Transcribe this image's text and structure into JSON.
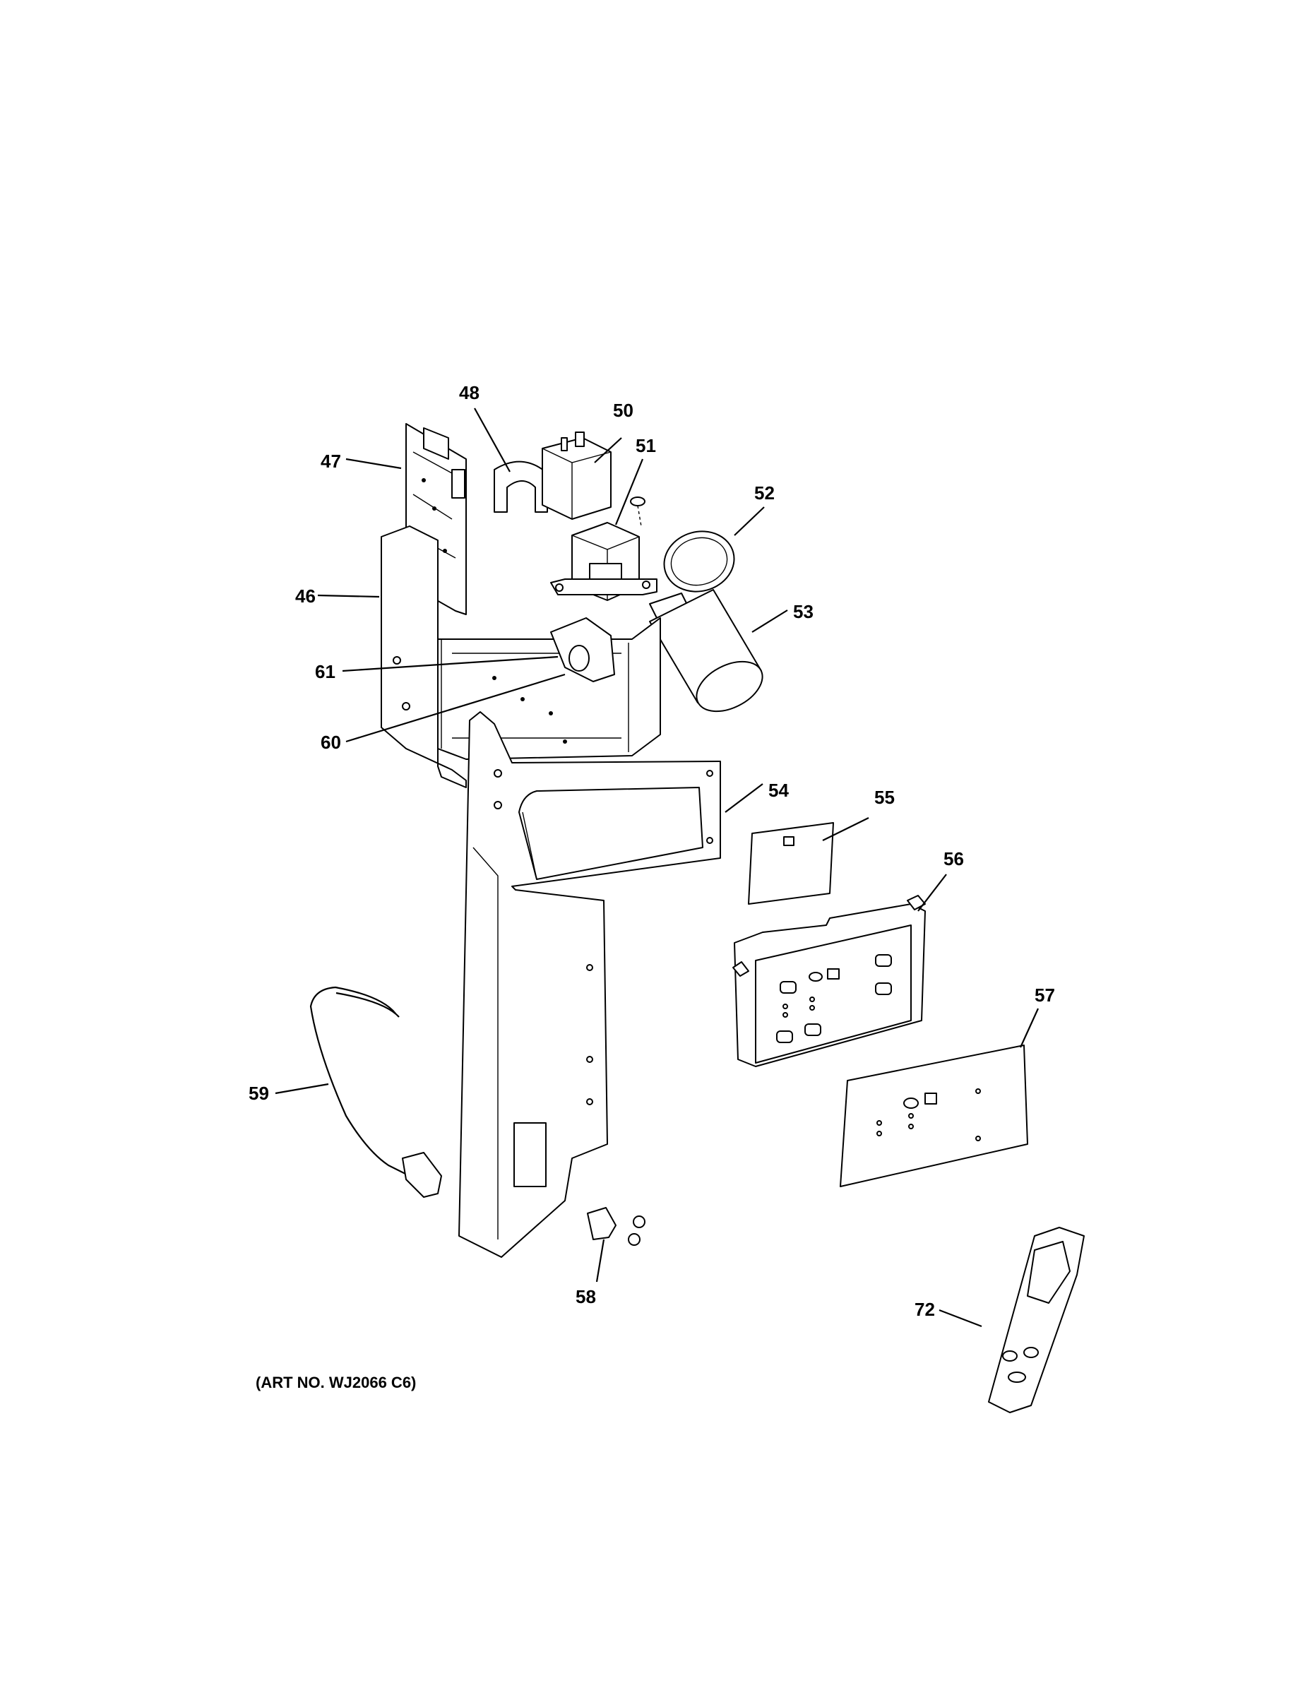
{
  "labels": {
    "p46": "46",
    "p47": "47",
    "p48": "48",
    "p50": "50",
    "p51": "51",
    "p52": "52",
    "p53": "53",
    "p54": "54",
    "p55": "55",
    "p56": "56",
    "p57": "57",
    "p58": "58",
    "p59": "59",
    "p60": "60",
    "p61": "61",
    "p72": "72"
  },
  "caption": "(ART NO. WJ2066 C6)"
}
